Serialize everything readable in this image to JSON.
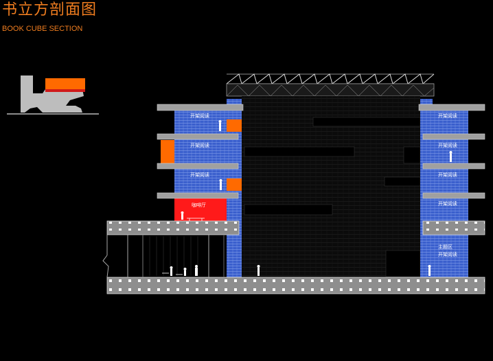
{
  "header": {
    "title": "书立方剖面图",
    "subtitle": "BOOK CUBE SECTION"
  },
  "colors": {
    "accent": "#f07d1f",
    "blue_zone": "#3a5fcd",
    "orange_zone": "#ff6a00",
    "red_zone": "#ff1a1a",
    "slab": "#9a9a9a",
    "atrium": "#0d0d0d"
  },
  "labels": {
    "open_reading": "开架阅读",
    "cafe": "咖啡厅",
    "theme_area": "主题区"
  }
}
